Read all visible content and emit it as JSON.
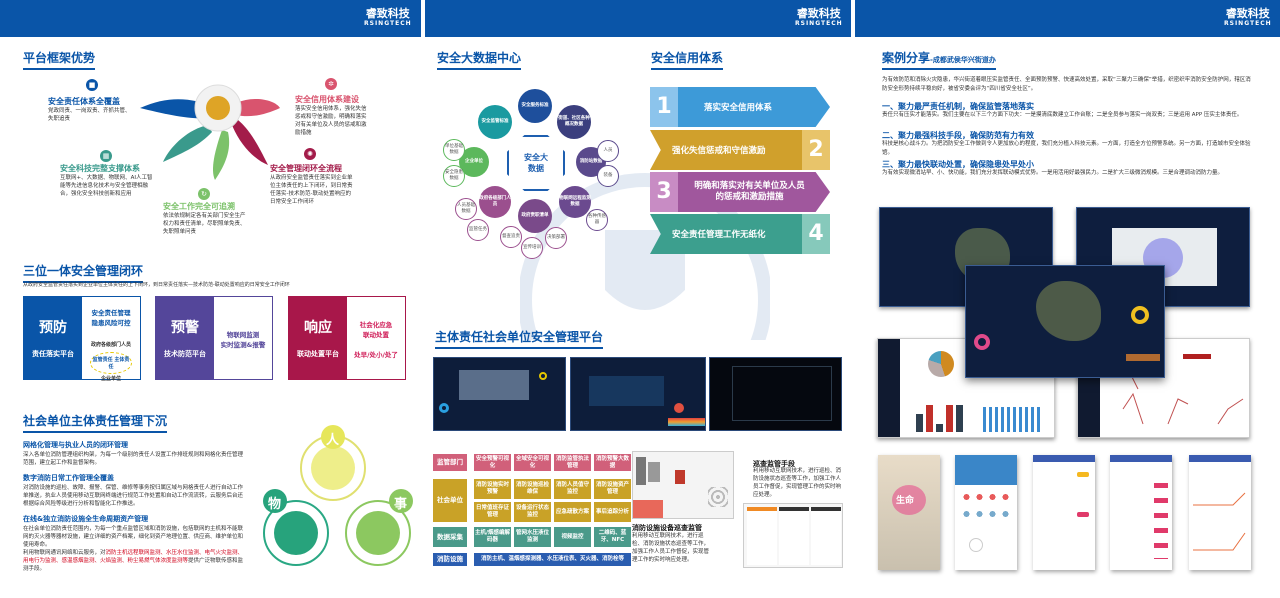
{
  "brand": {
    "cn": "睿致科技",
    "en": "RSINGTECH",
    "primary": "#0a55a8"
  },
  "left": {
    "framework": {
      "title": "平台框架优势",
      "items": [
        {
          "title": "安全责任体系全覆盖",
          "desc": "党政同责、一岗双责、齐抓共管、失职追责",
          "icon": "lock-icon",
          "color": "#0a55a8"
        },
        {
          "title": "安全科技完整支撑体系",
          "desc": "互联网+、大数据、物联网、AI人工智能等先进信息化技术与安全管理相融合，强化安全科技创新和应用",
          "icon": "window-icon",
          "color": "#3a9a8c"
        },
        {
          "title": "安全工作完全可追溯",
          "desc": "依法依规制定各有关部门安全生产权力和责任清单，尽职照单免责、失职照单问责",
          "icon": "refresh-icon",
          "color": "#7cc26a"
        },
        {
          "title": "安全信用体系建设",
          "desc": "落实安全信用体系，强化失信惩戒和守信激励，明确和落实对有关单位及人员的惩戒和激励措施",
          "icon": "gear-icon",
          "color": "#d9546e"
        },
        {
          "title": "安全管理闭环全流程",
          "desc": "从政府安全监管责任落实到企业单位主体责任的上下闭环，到日常责任落实-技术防范-联动处置响应的日常安全工作闭环",
          "icon": "aperture-icon",
          "color": "#a31c4a"
        }
      ]
    },
    "trinity": {
      "title": "三位一体安全管理闭环",
      "subtitle": "从政府安全监管责任落实到企业单位主体责任的上下闭环，到日常责任落实—技术防范-联动处置响应的日常安全工作闭环",
      "boxes": [
        {
          "big": "预防",
          "small": "责任落实平台",
          "color": "#0a55a8",
          "right": [
            "安全责任管理",
            "隐患风险可控"
          ],
          "cycle": [
            "政府各级部门人员",
            "监管责任",
            "主体责任",
            "企业单位"
          ]
        },
        {
          "big": "预警",
          "small": "技术防范平台",
          "color": "#54469a",
          "right": [
            "物联网监测",
            "实时监测&报警"
          ]
        },
        {
          "big": "响应",
          "small": "联动处置平台",
          "color": "#a8174a",
          "right": [
            "社会化应急",
            "联动处置",
            "处早/处小/处了"
          ]
        }
      ]
    },
    "social": {
      "title": "社会单位主体责任管理下沉",
      "sections": [
        {
          "title": "网格化管理与执业人员的闭环管理",
          "text": "深入各单位消防管理组织构架，为每一个级别的责任人设置工作排班规则和网格化责任管理范围，建立起工作和监督架构。"
        },
        {
          "title": "数字消防日常工作管理全覆盖",
          "text": "对消防设施的巡检、故障、报警、保管、维修等事务按归属区域与网格责任人进行自动工作单推送，执业人员使用移动互联网终端进行规范工作处置和自动工作流流转，云服务后台还根据综合风险等级进行分析和智能化工作推送。"
        },
        {
          "title": "在线&独立消防设施全生命周期资产管理",
          "text": "在社会单位消防责任范围内，为每一个重点监管区域和消防设施，包括联网的主机和不能联网的灭火器等器材设施，建立详细的资产档案，细化到资产地理位置、供应商、维护单位和使用寿命。",
          "text2": "利用物联网通讯网络和云服务，对",
          "red": "消防主机远程联网监测、水压水位监测、电气火灾监测、用电行为监测、感温感烟监测、火焰监测、粉尘易燃气体浓度监测等",
          "text3": "提供广泛物联传感和监测手段。"
        }
      ],
      "circles": [
        "人",
        "物",
        "事"
      ]
    }
  },
  "middle": {
    "bigdata": {
      "title": "安全大数据中心",
      "center": "安全大数据",
      "nodes": [
        "安全服务标准",
        "安全监管标准",
        "街道、社区各种概况数据",
        "消防站数据",
        "物联网远程监测数据",
        "政府责职清单",
        "政府各级部门人员",
        "企业单位"
      ],
      "leaves": [
        "人员",
        "装备",
        "各种传感器",
        "督查追责",
        "宣传培训",
        "决策部署",
        "人员基础数据",
        "监管任务",
        "单位基础数据",
        "安全隐患数据"
      ]
    },
    "credit": {
      "title": "安全信用体系",
      "items": [
        {
          "n": "1",
          "label": "落实安全信用体系",
          "color": "#3d9ad8"
        },
        {
          "n": "2",
          "label": "强化失信惩戒和守信激励",
          "color": "#d0a02c"
        },
        {
          "n": "3",
          "label": "明确和落实对有关单位及人员的惩戒和激励措施",
          "color": "#a0579d"
        },
        {
          "n": "4",
          "label": "安全责任管理工作无纸化",
          "color": "#3c9f8e"
        }
      ]
    },
    "platform": {
      "title": "主体责任社会单位安全管理平台"
    },
    "grid": {
      "rows": [
        {
          "label": "监管部门",
          "color": "#d1607a",
          "cells": [
            "安全预警可视化",
            "全域安全可视化",
            "消防监管执法管理",
            "消防预警大数据"
          ]
        },
        {
          "label": "社会单位",
          "color": "#c9a227",
          "cells": [
            "消防设施实时预警",
            "消防设施巡检维保",
            "消防人员值守监控",
            "消防设施资产管理",
            "日常值班存证管理",
            "设备运行状态监控",
            "应急疏散方案",
            "事后追踪分析"
          ]
        },
        {
          "label": "数据采集",
          "color": "#4a9a8a",
          "cells": [
            "主机/烟感编解码器",
            "管网水压液位监测",
            "视频监控",
            "二维码、蓝牙、NFC"
          ]
        },
        {
          "label": "消防设施",
          "color": "#2a5db0",
          "cells": [
            "消防主机、温烟感探测器、水压液位表、灭火器、消防栓等"
          ]
        }
      ]
    },
    "remote": {
      "title": "消防设施设备巡查监管",
      "text": "利用移动互联网技术，进行巡检、消防设施状态巡查等工作，加强工作人员工作督促，实现管理工作的实时响应处理。"
    },
    "patrol": {
      "title": "巡查监管手段",
      "text": "利用移动互联网技术，进行巡检、消防设施状态巡查等工作，加强工作人员工作督促，实现管理工作的实时响应处理。"
    }
  },
  "right": {
    "title": "案例分享",
    "subtitle": "-成都武侯华兴街道办",
    "intro": "为有效防范和消除火灾隐患，华兴街道着眼压实监管责任、全面预防预警、快速高效处置，采取“三聚力三确保”举措，织密织牢消防安全防护网，辖区消防安全形势持续平稳向好，被省安委会评为“四川省安全社区”。",
    "points": [
      {
        "title": "一、聚力最严责任机制，确保监管落地落实",
        "text": "责任只有压实才能落实。我们主要在以下三个方面下功夫：一是摸清底数建立工作台账；二是全员参与落实一岗双责；三是运用 APP 压实主体责任。"
      },
      {
        "title": "二、聚力最强科技手段，确保防范有力有效",
        "text": "科技是核心战斗力。为把消防安全工作做到令人更加放心的程度，我们充分植入科技元素。一方面，打造全方位预警系统。另一方面，打造城市安全体验馆。"
      },
      {
        "title": "三、聚力最快联动处置，确保隐患处早处小",
        "text": "为有效实现微消站早、小、快功能，我们充分发挥联动模式优势。一是用活用好最强民力。二是扩大三级微消规模。三是合理调动消防力量。"
      }
    ],
    "poster_text": "生命"
  }
}
